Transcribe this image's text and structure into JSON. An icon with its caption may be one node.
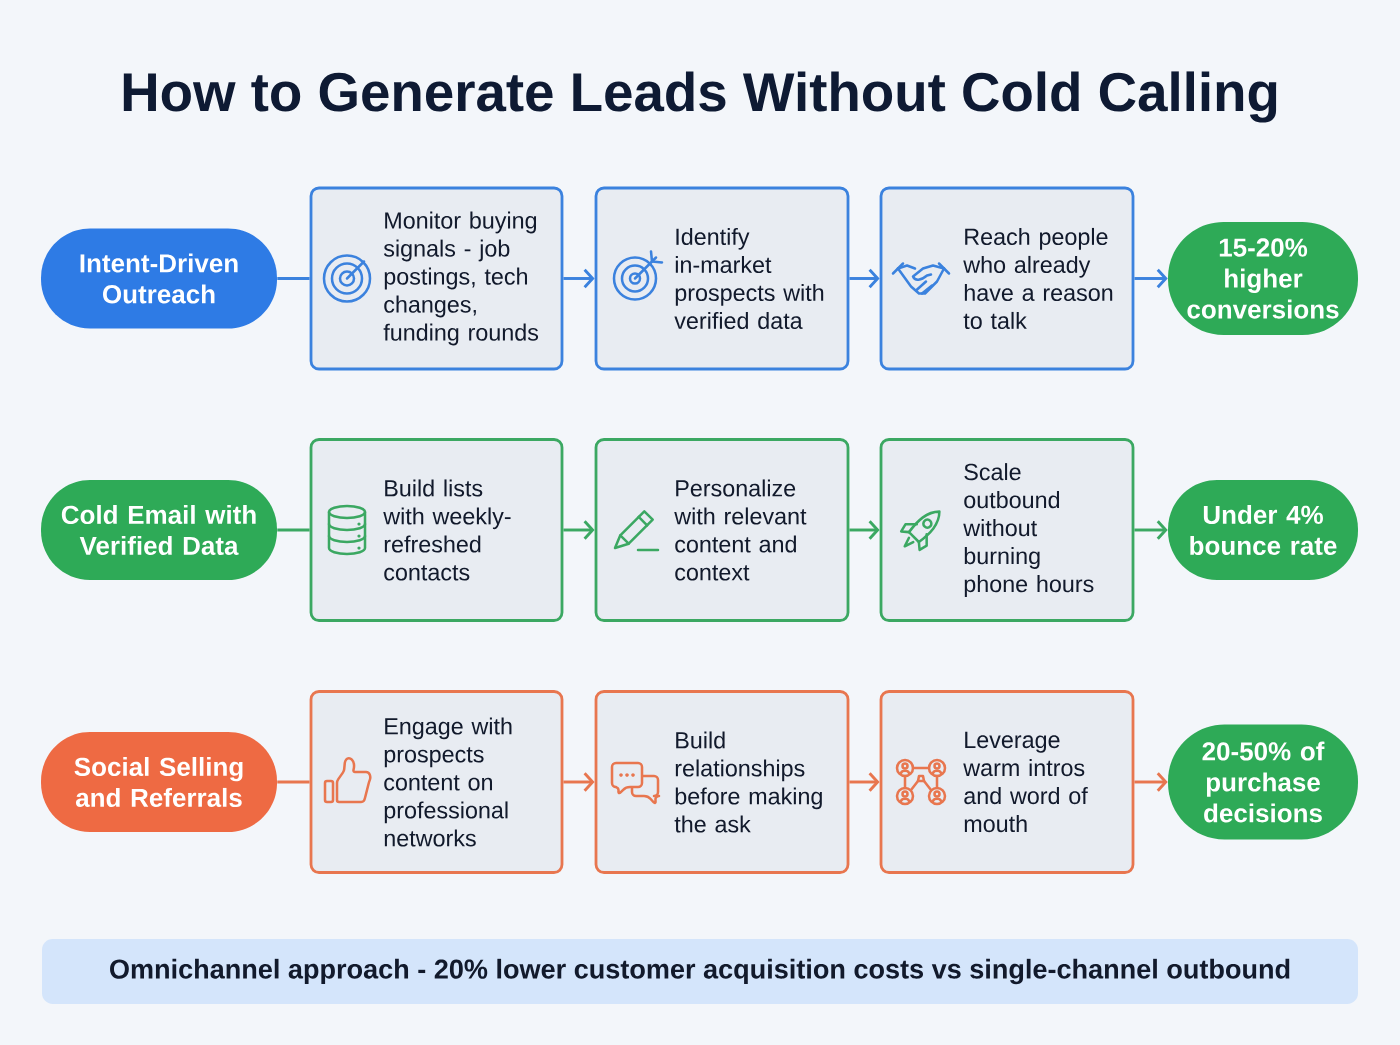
{
  "diagram": {
    "title": "How to Generate Leads Without Cold Calling",
    "nodes": [
      {
        "text": [
          "Intent-Driven Outreach"
        ]
      },
      {
        "text": [
          "Monitor buying signals - job postings, tech changes, funding rounds"
        ]
      },
      {
        "text": [
          "Identify in-market prospects with verified data"
        ]
      },
      {
        "text": [
          "Reach people who already have a reason to talk"
        ]
      },
      {
        "text": [
          "15-20% higher conversions"
        ]
      },
      {
        "text": [
          "Cold Email with Verified Data"
        ]
      },
      {
        "text": [
          "Build lists with weekly-refreshed contacts"
        ]
      },
      {
        "text": [
          "Personalize with relevant content and context"
        ]
      },
      {
        "text": [
          "Scale outbound without burning phone hours"
        ]
      },
      {
        "text": [
          "Under 4% bounce rate"
        ]
      },
      {
        "text": [
          "Social Selling and Referrals"
        ]
      },
      {
        "text": [
          "Engage with prospects content on professional networks"
        ]
      },
      {
        "text": [
          "Build relationships before making the ask"
        ]
      },
      {
        "text": [
          "Leverage warm intros and word of mouth"
        ]
      },
      {
        "text": [
          "20-50% of purchase decisions"
        ]
      },
      {
        "text": [
          "Omnichannel approach - 20% lower customer acquisition costs vs single-channel outbound"
        ]
      }
    ],
    "edges": [
      {
        "from": 0,
        "to": 1,
        "arrow": "none",
        "color": "#3b82de"
      },
      {
        "from": 1,
        "to": 2,
        "arrow": "to",
        "color": "#3b82de"
      },
      {
        "from": 2,
        "to": 3,
        "arrow": "to",
        "color": "#3b82de"
      },
      {
        "from": 3,
        "to": 4,
        "arrow": "to",
        "color": "#3b82de"
      },
      {
        "from": 5,
        "to": 6,
        "arrow": "none",
        "color": "#3ba862"
      },
      {
        "from": 6,
        "to": 7,
        "arrow": "to",
        "color": "#3ba862"
      },
      {
        "from": 7,
        "to": 8,
        "arrow": "to",
        "color": "#3ba862"
      },
      {
        "from": 8,
        "to": 9,
        "arrow": "to",
        "color": "#3ba862"
      },
      {
        "from": 10,
        "to": 11,
        "arrow": "none",
        "color": "#e8764f"
      },
      {
        "from": 11,
        "to": 12,
        "arrow": "to",
        "color": "#e8764f"
      },
      {
        "from": 12,
        "to": 13,
        "arrow": "to",
        "color": "#e8764f"
      },
      {
        "from": 13,
        "to": 14,
        "arrow": "to",
        "color": "#e8764f"
      }
    ]
  }
}
